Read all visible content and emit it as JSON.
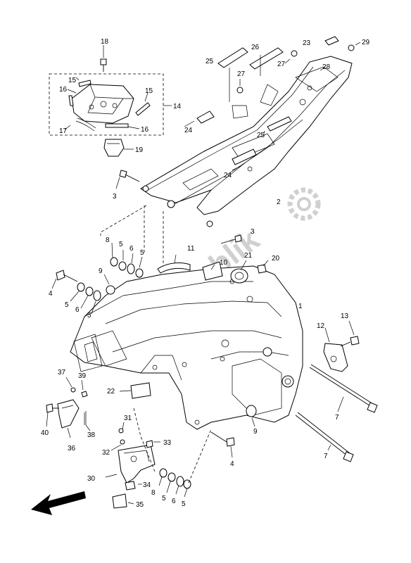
{
  "watermark": "Partsrepublik",
  "callouts": [
    {
      "id": "c18",
      "text": "18"
    },
    {
      "id": "c15a",
      "text": "15"
    },
    {
      "id": "c16a",
      "text": "16"
    },
    {
      "id": "c15b",
      "text": "15"
    },
    {
      "id": "c14",
      "text": "14"
    },
    {
      "id": "c17",
      "text": "17"
    },
    {
      "id": "c16b",
      "text": "16"
    },
    {
      "id": "c19",
      "text": "19"
    },
    {
      "id": "c25a",
      "text": "25"
    },
    {
      "id": "c26",
      "text": "26"
    },
    {
      "id": "c23",
      "text": "23"
    },
    {
      "id": "c29",
      "text": "29"
    },
    {
      "id": "c27a",
      "text": "27"
    },
    {
      "id": "c27b",
      "text": "27"
    },
    {
      "id": "c28",
      "text": "28"
    },
    {
      "id": "c24a",
      "text": "24"
    },
    {
      "id": "c25b",
      "text": "25"
    },
    {
      "id": "c24b",
      "text": "24"
    },
    {
      "id": "c3a",
      "text": "3"
    },
    {
      "id": "c2",
      "text": "2"
    },
    {
      "id": "c3b",
      "text": "3"
    },
    {
      "id": "c8a",
      "text": "8"
    },
    {
      "id": "c5a",
      "text": "5"
    },
    {
      "id": "c6a",
      "text": "6"
    },
    {
      "id": "c5b",
      "text": "5"
    },
    {
      "id": "c11",
      "text": "11"
    },
    {
      "id": "c21",
      "text": "21"
    },
    {
      "id": "c10",
      "text": "10"
    },
    {
      "id": "c20",
      "text": "20"
    },
    {
      "id": "c9a",
      "text": "9"
    },
    {
      "id": "c4a",
      "text": "4"
    },
    {
      "id": "c5c",
      "text": "5"
    },
    {
      "id": "c6b",
      "text": "6"
    },
    {
      "id": "c5d",
      "text": "5"
    },
    {
      "id": "c1",
      "text": "1"
    },
    {
      "id": "c13",
      "text": "13"
    },
    {
      "id": "c12",
      "text": "12"
    },
    {
      "id": "c37",
      "text": "37"
    },
    {
      "id": "c39",
      "text": "39"
    },
    {
      "id": "c22",
      "text": "22"
    },
    {
      "id": "c40",
      "text": "40"
    },
    {
      "id": "c38",
      "text": "38"
    },
    {
      "id": "c36",
      "text": "36"
    },
    {
      "id": "c31",
      "text": "31"
    },
    {
      "id": "c32",
      "text": "32"
    },
    {
      "id": "c33",
      "text": "33"
    },
    {
      "id": "c30",
      "text": "30"
    },
    {
      "id": "c34",
      "text": "34"
    },
    {
      "id": "c35",
      "text": "35"
    },
    {
      "id": "c8b",
      "text": "8"
    },
    {
      "id": "c5e",
      "text": "5"
    },
    {
      "id": "c6c",
      "text": "6"
    },
    {
      "id": "c5f",
      "text": "5"
    },
    {
      "id": "c4b",
      "text": "4"
    },
    {
      "id": "c9b",
      "text": "9"
    },
    {
      "id": "c7a",
      "text": "7"
    },
    {
      "id": "c7b",
      "text": "7"
    }
  ]
}
